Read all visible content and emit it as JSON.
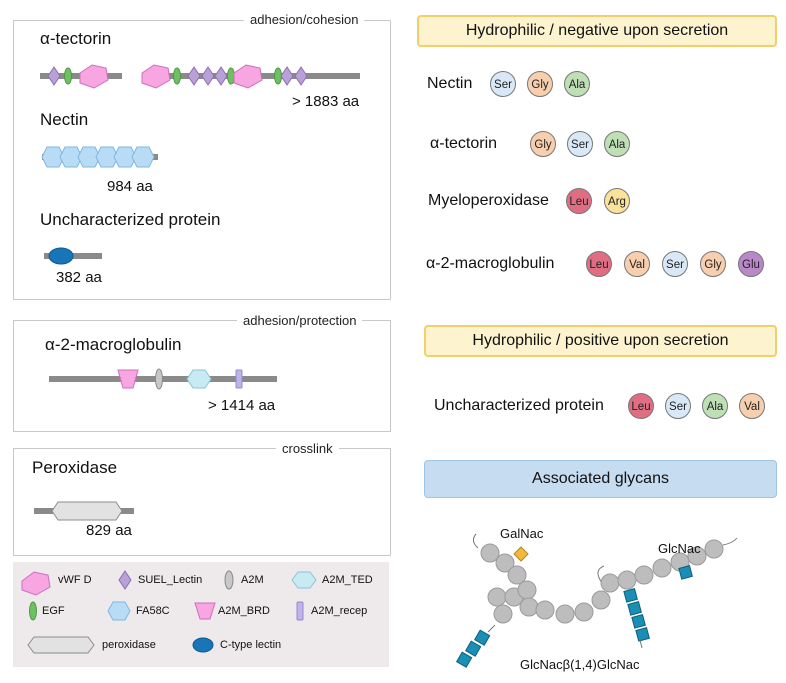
{
  "panels": {
    "adhesion": {
      "tag": "adhesion/cohesion",
      "tectorin_title": "α-tectorin",
      "tectorin_aa": "> 1883 aa",
      "nectin_title": "Nectin",
      "nectin_aa": "984 aa",
      "unchar_title": "Uncharacterized protein",
      "unchar_aa": "382 aa"
    },
    "protection": {
      "tag": "adhesion/protection",
      "title": "α-2-macroglobulin",
      "aa": "> 1414 aa"
    },
    "crosslink": {
      "tag": "crosslink",
      "title": "Peroxidase",
      "aa": "829 aa"
    }
  },
  "legend": {
    "vwfd": "vWF D",
    "suel": "SUEL_Lectin",
    "a2m": "A2M",
    "a2m_ted": "A2M_TED",
    "egf": "EGF",
    "fa58c": "FA58C",
    "a2m_brd": "A2M_BRD",
    "a2m_recep": "A2M_recep",
    "peroxidase": "peroxidase",
    "ctype": "C-type lectin"
  },
  "right": {
    "negative_banner": "Hydrophilic / negative upon secretion",
    "positive_banner": "Hydrophilic / positive upon secretion",
    "glycan_banner": "Associated glycans",
    "rows": [
      {
        "name": "Nectin",
        "residues": [
          "Ser",
          "Gly",
          "Ala"
        ]
      },
      {
        "name": "α-tectorin",
        "residues": [
          "Gly",
          "Ser",
          "Ala"
        ]
      },
      {
        "name": "Myeloperoxidase",
        "residues": [
          "Leu",
          "Arg"
        ]
      },
      {
        "name": "α-2-macroglobulin",
        "residues": [
          "Leu",
          "Val",
          "Ser",
          "Gly",
          "Glu"
        ]
      }
    ],
    "positive_rows": [
      {
        "name": "Uncharacterized protein",
        "residues": [
          "Leu",
          "Ser",
          "Ala",
          "Val"
        ]
      }
    ],
    "glycan_labels": {
      "galnac": "GalNac",
      "glcnac": "GlcNac",
      "linkage": "GlcNacβ(1,4)GlcNac"
    }
  },
  "colors": {
    "Ser": "#d8e8f6",
    "Gly": "#f7cfae",
    "Ala": "#bfe0b4",
    "Leu": "#e06e83",
    "Arg": "#f9e39c",
    "Val": "#f7cfae",
    "Glu": "#b988c8",
    "vwfd": "#f7a6e1",
    "suel": "#b9a0d6",
    "egf": "#6fc062",
    "fa58c": "#b8dcf6",
    "ctype": "#1a75b8",
    "glcnac": "#1a8fb5",
    "galnac": "#f4b83b",
    "glycan_circle": "#bdbdbd"
  }
}
